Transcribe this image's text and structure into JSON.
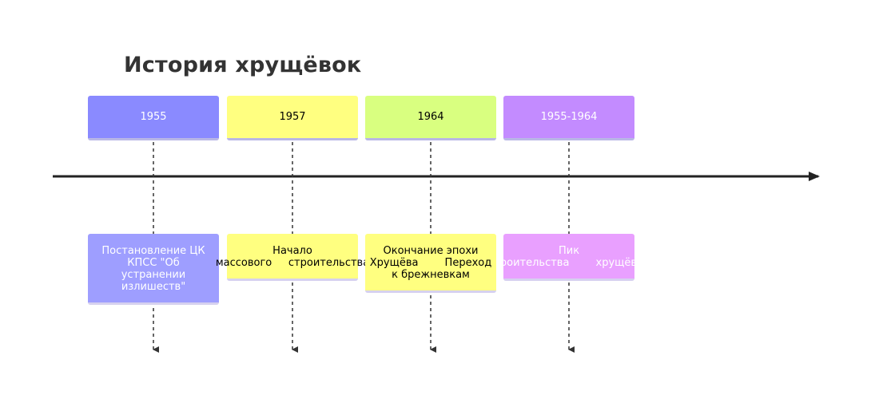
{
  "title": "История хрущёвок",
  "periods": [
    {
      "label": "1955",
      "color": "#8a8aff",
      "text_color": "#ffffff"
    },
    {
      "label": "1957",
      "color": "#ffff80",
      "text_color": "#000000"
    },
    {
      "label": "1964",
      "color": "#d9ff80",
      "text_color": "#000000"
    },
    {
      "label": "1955-1964",
      "color": "#c38bff",
      "text_color": "#ffffff"
    }
  ],
  "events": [
    {
      "text": "Постановление ЦК\nКПСС        \"Об\nустранении\nизлишеств\"",
      "color": "#9e9eff",
      "text_color": "#ffffff"
    },
    {
      "text": "Начало\nмассового     строительства",
      "color": "#ffff80",
      "text_color": "#000000"
    },
    {
      "text": "Окончание эпохи\nХрущёва        Переход\nк брежневкам",
      "color": "#ffff80",
      "text_color": "#000000"
    },
    {
      "text": "Пик\nстроительства        хрущёвок",
      "color": "#e9a0ff",
      "text_color": "#ffffff"
    }
  ]
}
